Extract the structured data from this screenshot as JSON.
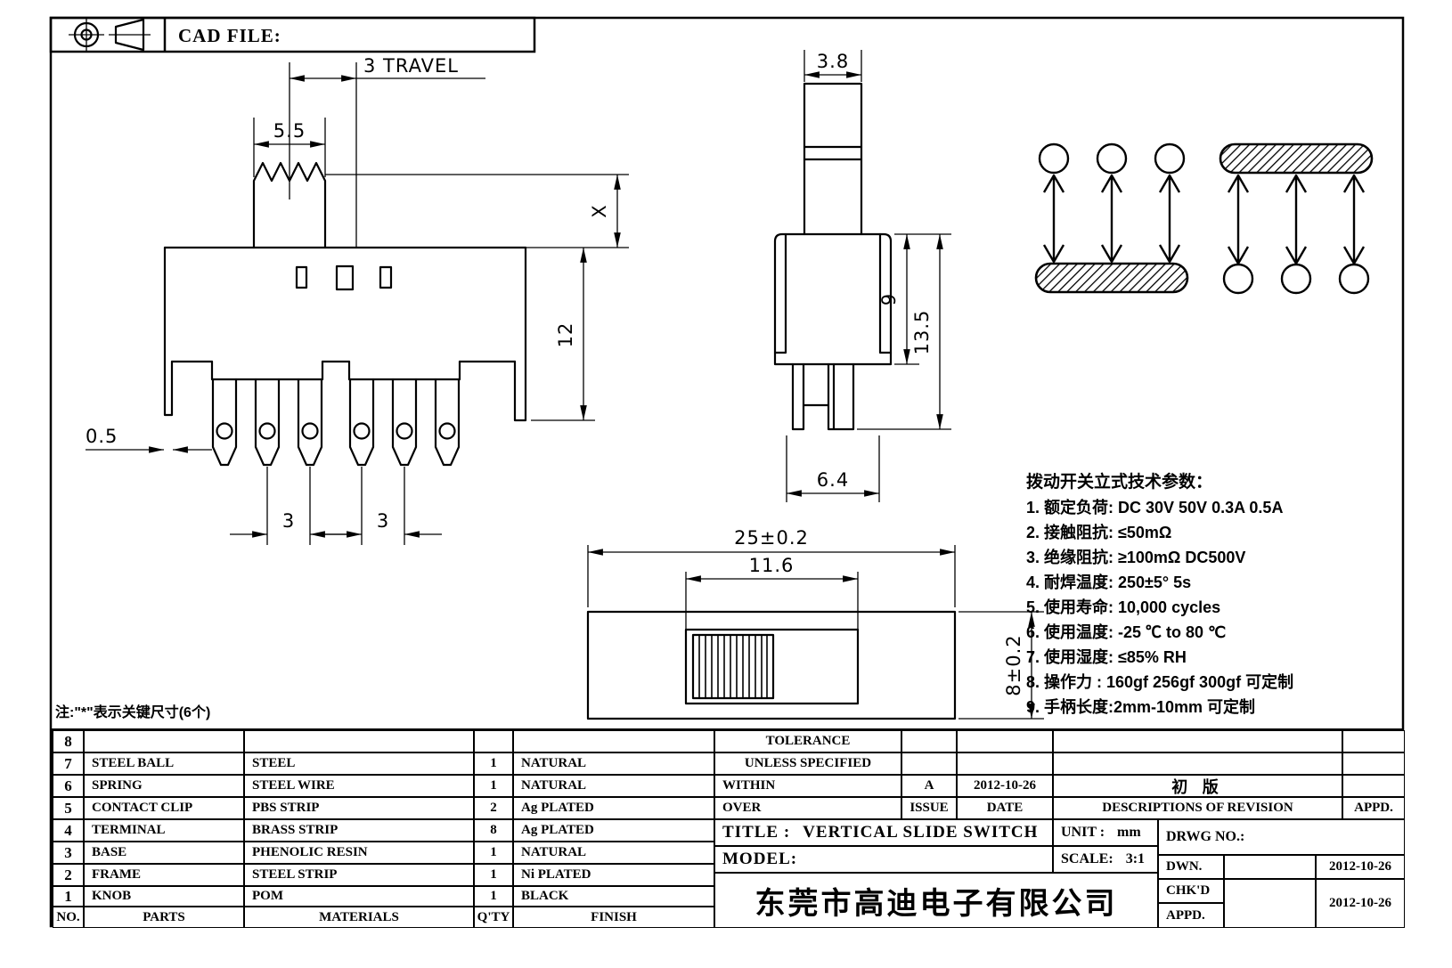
{
  "header": {
    "cad_file": "CAD FILE:"
  },
  "dims": {
    "travel": "3 TRAVEL",
    "knob_width": "5.5",
    "x_height": "X",
    "frame_height": "12",
    "tab_width": "0.5",
    "pin_pitch_a": "3",
    "pin_pitch_b": "3",
    "actuator_width": "3.8",
    "body_height": "9",
    "total_height": "13.5",
    "body_width": "6.4",
    "overall_length": "25±0.2",
    "slot_length": "11.6",
    "overall_width": "8±0.2"
  },
  "specs": {
    "title": "拨动开关立式技术参数：",
    "items": [
      "1. 额定负荷: DC 30V   50V   0.3A   0.5A",
      "2. 接触阻抗: ≤50mΩ",
      "3. 绝缘阻抗: ≥100mΩ  DC500V",
      "4. 耐焊温度: 250±5° 5s",
      "5. 使用寿命: 10,000 cycles",
      "6. 使用温度: -25 ℃ to 80 ℃",
      "7. 使用湿度: ≤85% RH",
      "8. 操作力 : 160gf  256gf  300gf 可定制",
      "9. 手柄长度:2mm-10mm 可定制"
    ]
  },
  "note": "注:\"*\"表示关键尺寸(6个)",
  "parts": {
    "headers": {
      "no": "NO.",
      "parts": "PARTS",
      "materials": "MATERIALS",
      "qty": "Q'TY",
      "finish": "FINISH"
    },
    "rows": [
      {
        "no": "8",
        "part": "",
        "material": "",
        "qty": "",
        "finish": ""
      },
      {
        "no": "7",
        "part": "STEEL BALL",
        "material": "STEEL",
        "qty": "1",
        "finish": "NATURAL"
      },
      {
        "no": "6",
        "part": "SPRING",
        "material": "STEEL WIRE",
        "qty": "1",
        "finish": "NATURAL"
      },
      {
        "no": "5",
        "part": "CONTACT CLIP",
        "material": "PBS STRIP",
        "qty": "2",
        "finish": "Ag PLATED"
      },
      {
        "no": "4",
        "part": "TERMINAL",
        "material": "BRASS STRIP",
        "qty": "8",
        "finish": "Ag PLATED"
      },
      {
        "no": "3",
        "part": "BASE",
        "material": "PHENOLIC RESIN",
        "qty": "1",
        "finish": "NATURAL"
      },
      {
        "no": "2",
        "part": "FRAME",
        "material": "STEEL STRIP",
        "qty": "1",
        "finish": "Ni PLATED"
      },
      {
        "no": "1",
        "part": "KNOB",
        "material": "POM",
        "qty": "1",
        "finish": "BLACK"
      }
    ]
  },
  "tolerance": {
    "line1": "TOLERANCE",
    "line2": "UNLESS SPECIFIED",
    "within": "WITHIN",
    "over": "OVER"
  },
  "revision": {
    "issue": "A",
    "date": "2012-10-26",
    "description": "初 版",
    "appd": "",
    "issue_label": "ISSUE",
    "date_label": "DATE",
    "desc_label": "DESCRIPTIONS OF REVISION",
    "appd_label": "APPD."
  },
  "title_block": {
    "title_label": "TITLE :",
    "title": "VERTICAL SLIDE SWITCH",
    "unit_label": "UNIT :",
    "unit": "mm",
    "drwg_label": "DRWG NO.:",
    "model_label": "MODEL:",
    "scale_label": "SCALE:",
    "scale": "3:1",
    "company": "东莞市高迪电子有限公司",
    "dwn_label": "DWN.",
    "chkd_label": "CHK'D",
    "appd_label": "APPD.",
    "dwn_date": "2012-10-26",
    "appd_date": "2012-10-26"
  }
}
